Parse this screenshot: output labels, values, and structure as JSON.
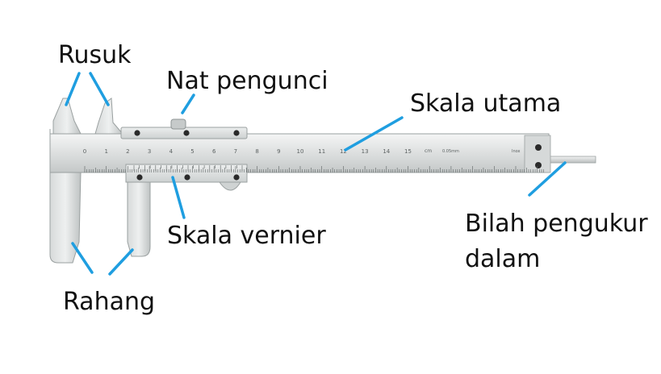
{
  "labels": {
    "rusuk": "Rusuk",
    "nat_pengunci": "Nat pengunci",
    "skala_utama": "Skala utama",
    "skala_vernier": "Skala vernier",
    "bilah_line1": "Bilah pengukur",
    "bilah_line2": "dalam",
    "rahang": "Rahang"
  },
  "main_scale": {
    "numbers": [
      "0",
      "1",
      "2",
      "3",
      "4",
      "5",
      "6",
      "7",
      "8",
      "9",
      "10",
      "11",
      "12",
      "13",
      "14",
      "15"
    ],
    "unit": "cm",
    "resolution": "0.05mm",
    "brand": "Inox"
  },
  "vernier_scale": {
    "divisions": 20
  },
  "colors": {
    "pointer": "#1f9ee0",
    "text": "#111111",
    "steel_light": "#e9ebeb",
    "steel_mid": "#c9cdcd",
    "steel_dark": "#8f9595",
    "engraving": "#5c6262"
  }
}
